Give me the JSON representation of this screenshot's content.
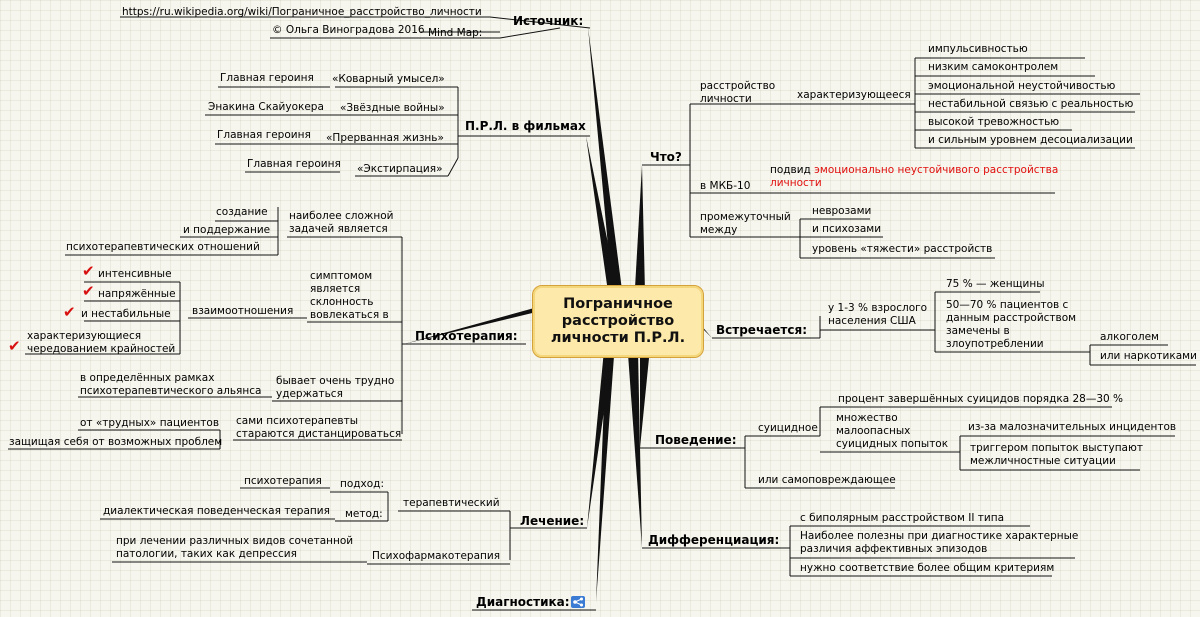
{
  "central": {
    "line1": "Пограничное",
    "line2": "расстройство",
    "line3": "личности П.Р.Л."
  },
  "source": {
    "title": "Источник:",
    "url": "https://ru.wikipedia.org/wiki/Пограничное_расстройство_личности",
    "mindmap_label": "Mind Map:",
    "copyright": "© Ольга Виноградова 2016"
  },
  "films": {
    "title": "П.Р.Л. в фильмах",
    "items": [
      {
        "film": "«Коварный умысел»",
        "who": "Главная героиня"
      },
      {
        "film": "«Звёздные войны»",
        "who": "Энакина Скайуокера"
      },
      {
        "film": "«Прерванная жизнь»",
        "who": "Главная героиня"
      },
      {
        "film": "«Экстирпация»",
        "who": "Главная героиня"
      }
    ]
  },
  "psycho": {
    "title": "Психотерапия:",
    "g1_head1": "наиболее сложной",
    "g1_head2": "задачей является",
    "g1_a": "создание",
    "g1_b": "и поддержание",
    "g1_c": "психотерапевтических отношений",
    "g2_head1": "симптомом",
    "g2_head2": "является",
    "g2_head3": "склонность",
    "g2_head4": "вовлекаться в",
    "g2_sub": "взаимоотношения",
    "g2_a": "интенсивные",
    "g2_b": "напряжённые",
    "g2_c": "и нестабильные",
    "g2_d1": "характеризующиеся",
    "g2_d2": "чередованием крайностей",
    "g3_head1": "бывает очень трудно",
    "g3_head2": "удержаться",
    "g3_a1": "в определённых рамках",
    "g3_a2": "психотерапевтического альянса",
    "g4_head1": "сами психотерапевты",
    "g4_head2": "стараются дистанцироваться",
    "g4_a": "от «трудных» пациентов",
    "g4_b": "защищая себя от возможных проблем"
  },
  "treatment": {
    "title": "Лечение:",
    "therapeutic": "терапевтический",
    "approach": "подход:",
    "approach_val": "психотерапия",
    "method": "метод:",
    "method_val": "диалектическая поведенческая терапия",
    "pharma": "Психофармакотерапия",
    "pharma_val1": "при лечении различных видов сочетанной",
    "pharma_val2": "патологии, таких как депрессия"
  },
  "diagnostics": {
    "title": "Диагностика:",
    "icon": "mindmap-link-icon"
  },
  "what": {
    "title": "Что?",
    "disorder1": "расстройство",
    "disorder2": "личности",
    "characterized": "характеризующееся",
    "traits": [
      "импульсивностью",
      "низким самоконтролем",
      "эмоциональной неустойчивостью",
      "нестабильной связью с реальностью",
      "высокой тревожностью",
      "и сильным уровнем десоциализации"
    ],
    "icd": "в МКБ-10",
    "icd_val_prefix": "подвид ",
    "icd_val_red1": "эмоционально неустойчивого расстройства",
    "icd_val_red2": "личности",
    "between1": "промежуточный",
    "between2": "между",
    "between_items": [
      "неврозами",
      "и психозами",
      "уровень «тяжести» расстройств"
    ]
  },
  "occurs": {
    "title": "Встречается:",
    "pop1": "у 1-3 % взрослого",
    "pop2": "населения США",
    "women": "75 % — женщины",
    "abuse1": "50—70 % пациентов с",
    "abuse2": "данным расстройством",
    "abuse3": "замечены в",
    "abuse4": "злоупотреблении",
    "alcohol": "алкоголем",
    "drugs": "или наркотиками"
  },
  "behavior": {
    "title": "Поведение:",
    "suicidal": "суицидное",
    "percent": "процент завершённых суицидов порядка 28—30 %",
    "many1": "множество",
    "many2": "малоопасных",
    "many3": "суицидных попыток",
    "trivial": "из-за малозначительных инцидентов",
    "trigger1": "триггером попыток выступают",
    "trigger2": "межличностные ситуации",
    "selfharm": "или самоповреждающее"
  },
  "diff": {
    "title": "Дифференциация:",
    "bipolar": "с биполярным расстройством II типа",
    "useful1": "Наиболее полезны при диагностике характерные",
    "useful2": "различия аффективных эпизодов",
    "criteria": "нужно соответствие более общим критериям"
  },
  "colors": {
    "central_fill": "#fde9a9",
    "central_border": "#d4a23a",
    "red_text": "#e0100f",
    "check": "#d81010"
  }
}
